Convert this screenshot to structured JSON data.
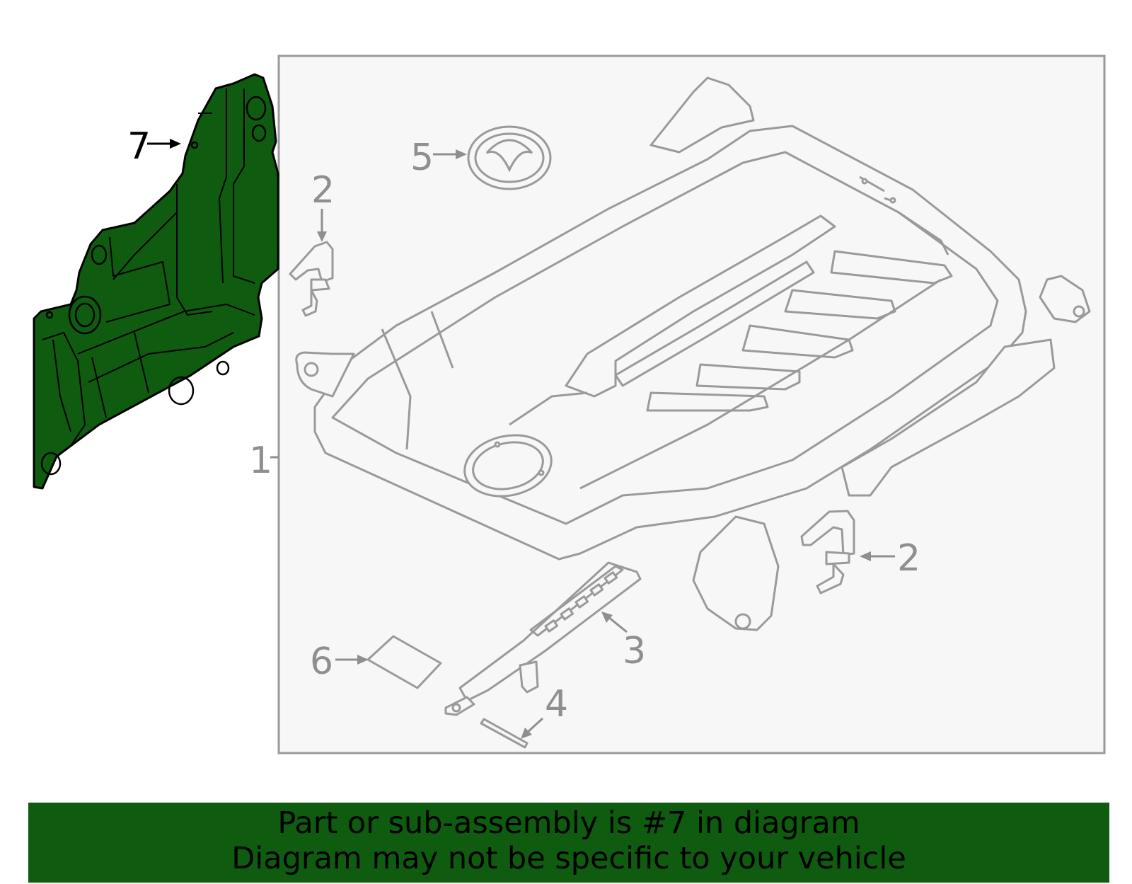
{
  "callouts": {
    "c1": "1",
    "c2a": "2",
    "c2b": "2",
    "c3": "3",
    "c4": "4",
    "c5": "5",
    "c6": "6",
    "c7": "7"
  },
  "banner": {
    "line1": "Part or sub-assembly is #7 in diagram",
    "line2": "Diagram may not be specific to your vehicle"
  },
  "colors": {
    "highlight_part": "#0f5b0f",
    "banner_bg": "#0f5b0f",
    "outline_gray": "#9a9a9a",
    "callout_gray": "#8f8f8f",
    "callout_black": "#000000"
  }
}
